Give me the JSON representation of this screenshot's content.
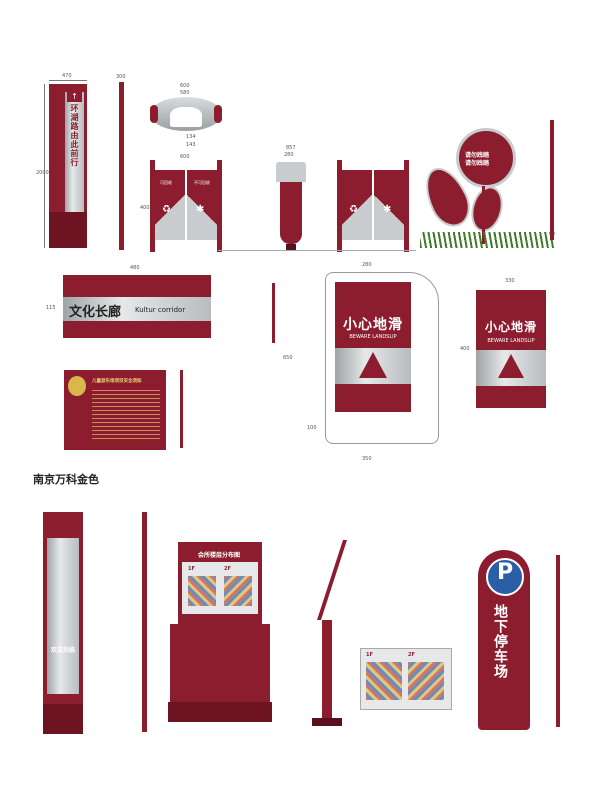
{
  "signs": {
    "pillar_direction": {
      "text_vertical": "环湖路由此前行",
      "dim_width": "470",
      "dim_height": "2000",
      "dim_side": "300"
    },
    "bin_top": {
      "dim_a": "600",
      "dim_b": "580",
      "dim_c": "134",
      "dim_d": "143"
    },
    "bins": {
      "label_left": "可回收",
      "label_right": "不可回收",
      "dim_w": "600",
      "dim_h": "400",
      "dim_w2": "280",
      "dim_h2": "857"
    },
    "corridor": {
      "cn": "文化长廊",
      "en": "Kultur corridor",
      "dim_w": "480",
      "dim_h": "115"
    },
    "floor_board_left": {
      "cn": "小心地滑",
      "en": "BEWARE LANDSLIP",
      "dim_w": "280",
      "dim_h": "650",
      "dim_bottom": "350",
      "dim_low": "100"
    },
    "floor_board_right": {
      "cn": "小心地滑",
      "en": "BEWARE LANDSLIP",
      "dim_w": "330",
      "dim_h": "400"
    },
    "smiley": {
      "line1": "请勿践踏",
      "line2": "请勿践踏"
    },
    "kids_notice": {
      "title": "儿童游乐场项目安全须知"
    },
    "section_title": "南京万科金色",
    "pillar_welcome": {
      "text": "欢迎光临"
    },
    "map_board": {
      "title": "会所楼层分布图",
      "f1": "1F",
      "f2": "2F"
    },
    "parking": {
      "letter": "P",
      "text": "地下停车场"
    }
  }
}
